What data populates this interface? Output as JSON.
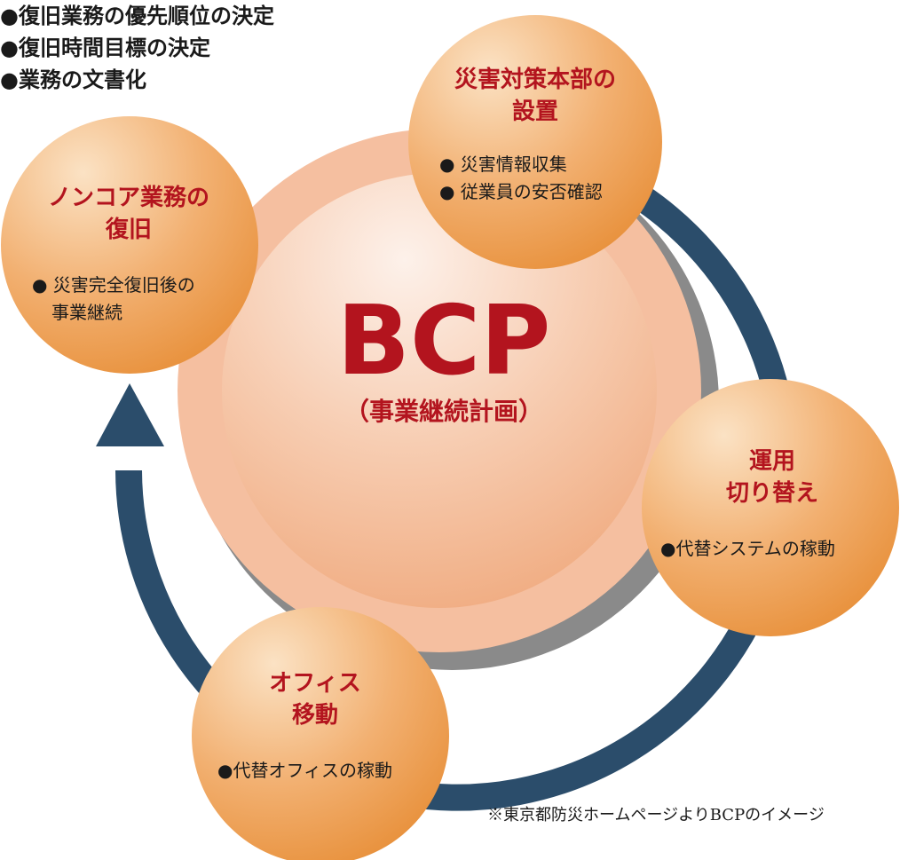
{
  "center": {
    "title": "BCP",
    "subtitle": "（事業継続計画）",
    "bullets": [
      "●復旧業務の優先順位の決定",
      "●復旧時間目標の決定",
      "●業務の文書化"
    ]
  },
  "circles": [
    {
      "title_lines": [
        "災害対策本部の",
        "設置"
      ],
      "bullets": [
        "● 災害情報収集",
        "● 従業員の安否確認"
      ]
    },
    {
      "title_lines": [
        "運用",
        "切り替え"
      ],
      "bullets": [
        "●代替システムの稼動"
      ]
    },
    {
      "title_lines": [
        "オフィス",
        "移動"
      ],
      "bullets": [
        "●代替オフィスの稼動"
      ]
    },
    {
      "title_lines": [
        "ノンコア業務の",
        "復旧"
      ],
      "bullets": [
        "● 災害完全復旧後の",
        "事業継続"
      ]
    }
  ],
  "note": "※東京都防災ホームページよりBCPのイメージ",
  "colors": {
    "title_red": "#b3141e",
    "arrow_navy": "#2b4d6b",
    "ring_gray": "#8a8a8a",
    "outer_disc": "#f5bfa0",
    "circle_orange": "#ec9a4a",
    "circle_light": "#fbe2c4"
  }
}
